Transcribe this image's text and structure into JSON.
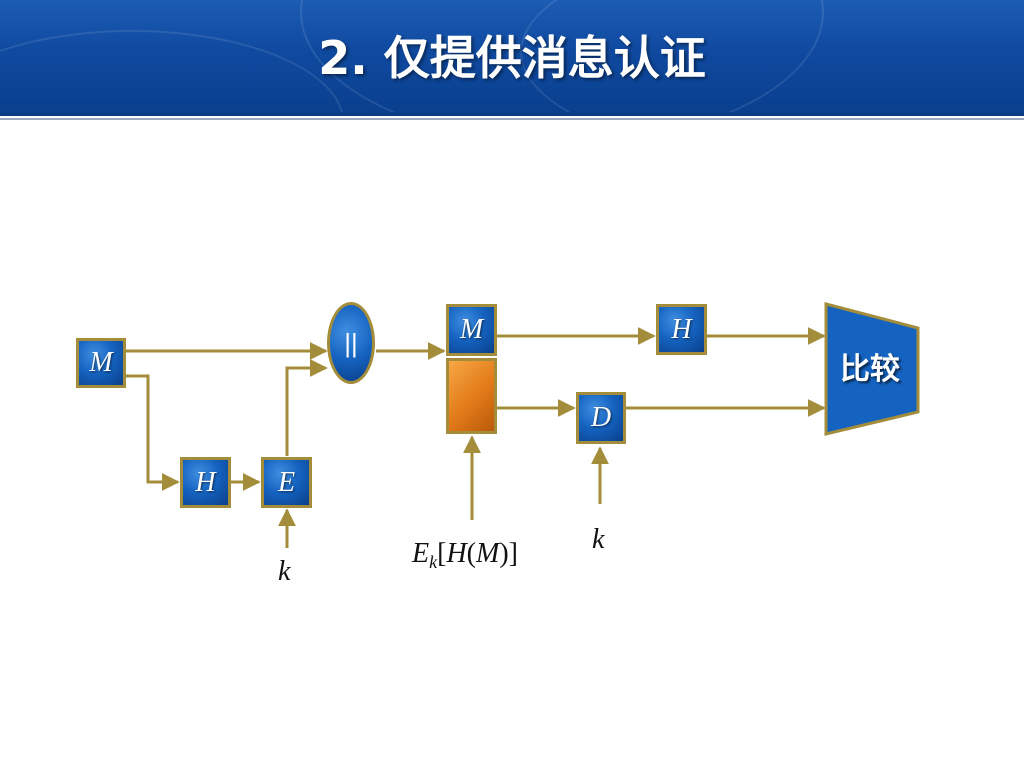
{
  "header": {
    "title": "2. 仅提供消息认证"
  },
  "colors": {
    "header_blue": "#0f4aa0",
    "wire": "#a38d3a",
    "box_blue": "#1563c0",
    "orange": "#e27a18"
  },
  "diagram": {
    "sender": {
      "message": "M",
      "hash": "H",
      "encrypt": "E",
      "key": "k",
      "concat": "||"
    },
    "receiver": {
      "message": "M",
      "hash": "H",
      "decrypt": "D",
      "key": "k",
      "compare": "比较"
    },
    "signature_label": {
      "e": "E",
      "k": "k",
      "open": "[",
      "h": "H",
      "lp": "(",
      "m": "M",
      "rp": ")",
      "close": "]"
    }
  }
}
